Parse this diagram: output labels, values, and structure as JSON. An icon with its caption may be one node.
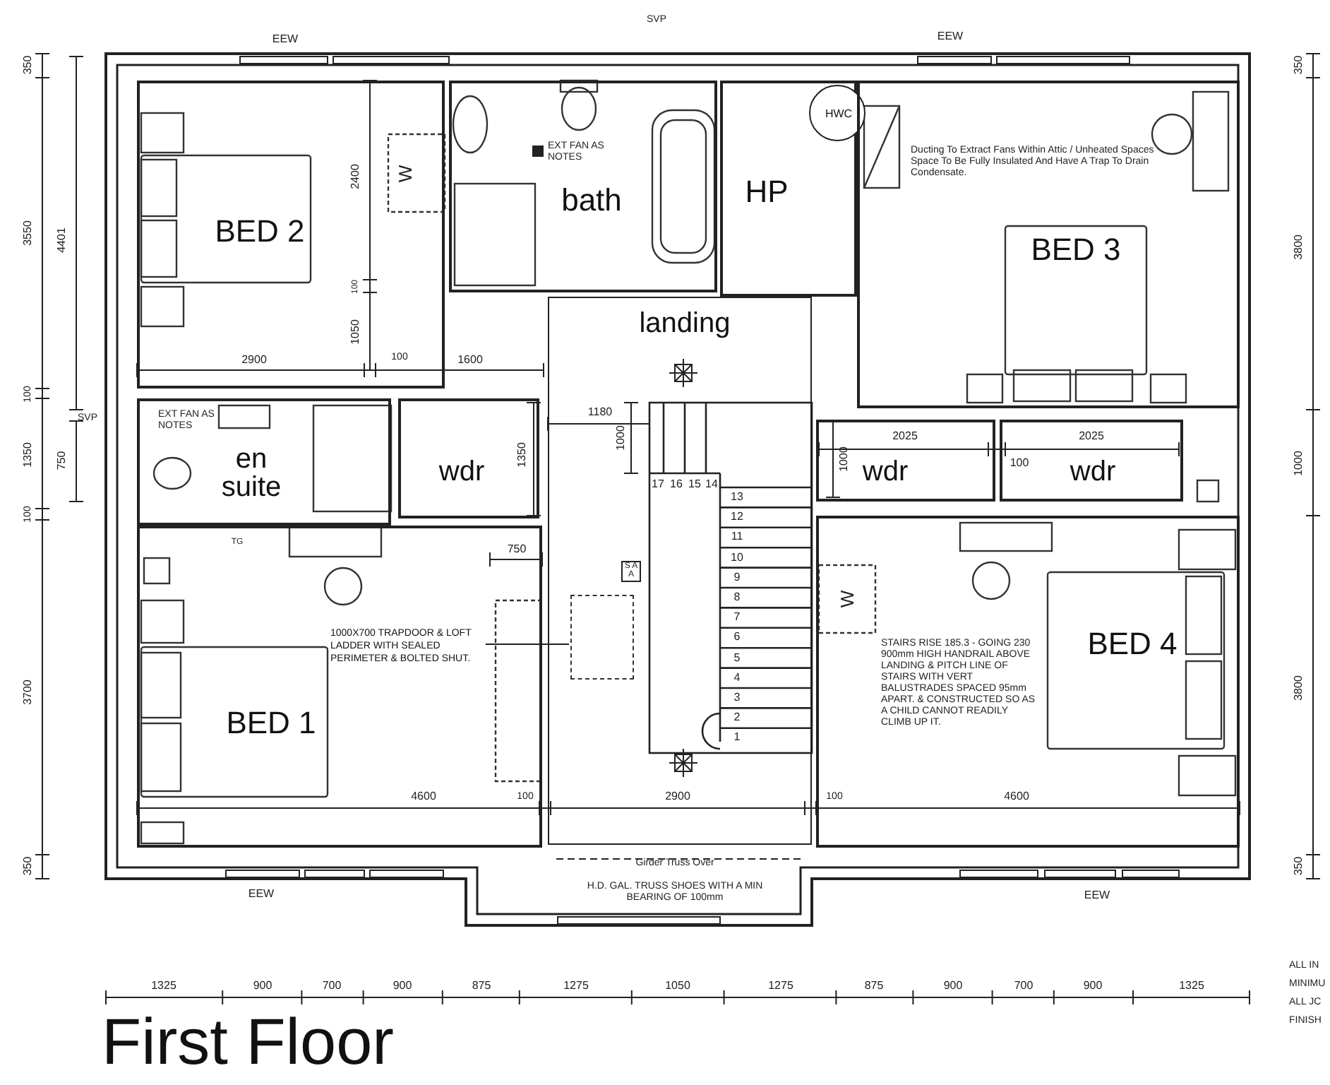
{
  "diagram": {
    "title": "First Floor",
    "nodes": [
      {
        "text": [
          "BED 2"
        ]
      },
      {
        "text": [
          "bath"
        ]
      },
      {
        "text": [
          "HP"
        ]
      },
      {
        "text": [
          "HWC"
        ],
        "in": 2
      },
      {
        "text": [
          "BED 3"
        ]
      },
      {
        "text": [
          "landing"
        ]
      },
      {
        "text": [
          "en suite"
        ]
      },
      {
        "text": [
          "wdr"
        ]
      },
      {
        "text": [
          "wdr"
        ]
      },
      {
        "text": [
          "wdr"
        ]
      },
      {
        "text": [
          "BED 1"
        ]
      },
      {
        "text": [
          "BED 4"
        ]
      },
      {
        "text": [
          "1000X700 TRAPDOOR & LOFT LADDER WITH SEALED PERIMETER & BOLTED SHUT."
        ],
        "in": 10
      },
      {
        "text": [],
        "shape": "box",
        "in": 5
      }
    ],
    "edges": [
      {
        "from": 12,
        "to": 13,
        "arrow": "none"
      }
    ],
    "labels": [
      "SVP",
      "EEW",
      "EEW",
      "350",
      "3550",
      "4401",
      "100",
      "1350",
      "750",
      "100",
      "3700",
      "350",
      "350",
      "3800",
      "1000",
      "3800",
      "350",
      "EXT FAN AS NOTES",
      "W",
      "2400",
      "100",
      "1050",
      "2900",
      "100",
      "1600",
      "Ducting To Extract Fans Within Attic / Unheated Spaces Space To Be Fully Insulated And Have A Trap To Drain Condensate.",
      "SVP",
      "EXT FAN AS NOTES",
      "TG",
      "1350",
      "1180",
      "1000",
      "2025",
      "2025",
      "100",
      "1000",
      "750",
      "S A A",
      "W",
      "17",
      "16",
      "15",
      "14",
      "13",
      "12",
      "11",
      "10",
      "9",
      "8",
      "7",
      "6",
      "5",
      "4",
      "3",
      "2",
      "1",
      "STAIRS RISE 185.3 - GOING 230 900mm HIGH HANDRAIL ABOVE LANDING & PITCH LINE OF STAIRS WITH VERT BALUSTRADES SPACED 95mm APART. & CONSTRUCTED SO AS A CHILD CANNOT READILY CLIMB UP IT.",
      "4600",
      "100",
      "2900",
      "100",
      "4600",
      "Girder Truss Over",
      "H.D. GAL. TRUSS SHOES WITH A MIN BEARING OF 100mm",
      "EEW",
      "EEW",
      "1325",
      "900",
      "700",
      "900",
      "875",
      "1275",
      "1050",
      "1275",
      "875",
      "900",
      "700",
      "900",
      "1325",
      "ALL IN",
      "MINIMU",
      "ALL JC",
      "FINISH"
    ]
  }
}
